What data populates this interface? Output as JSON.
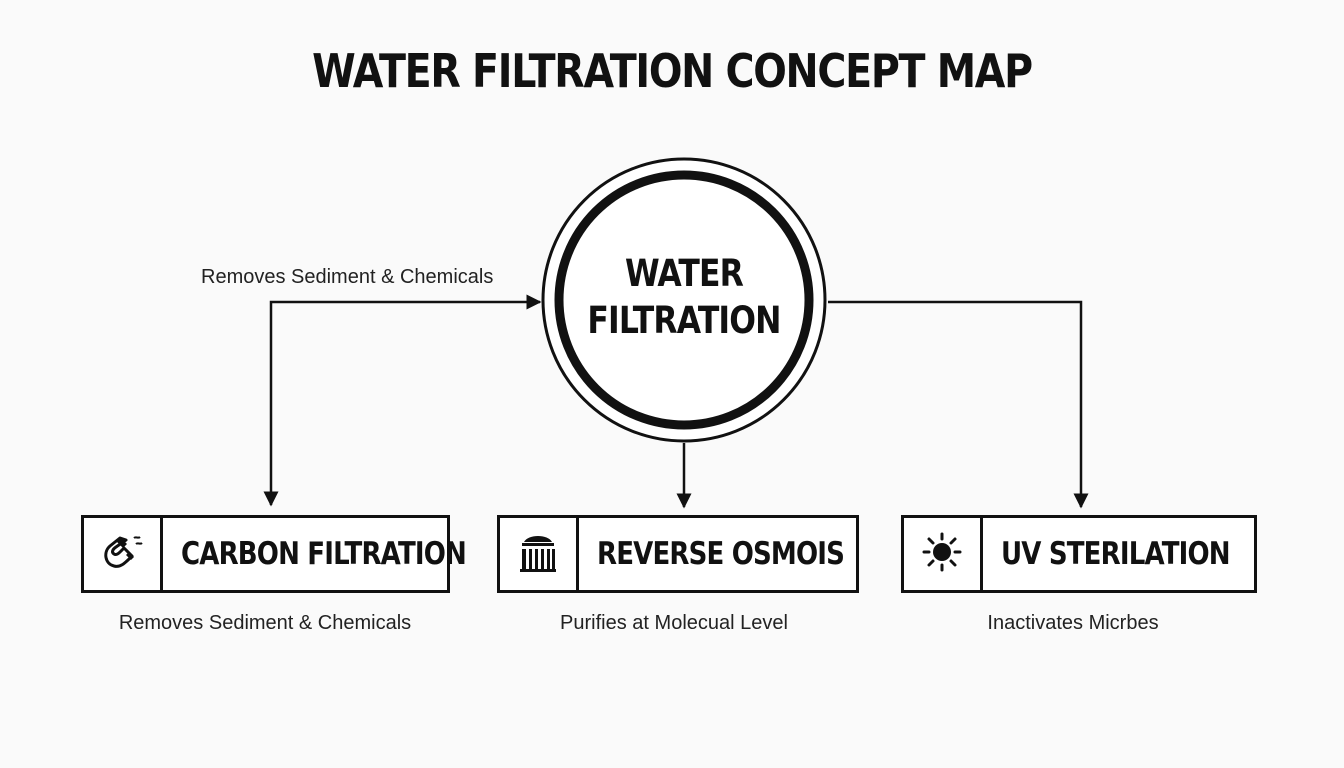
{
  "title": "WATER FILTRATION CONCEPT MAP",
  "hub": {
    "line1": "WATER",
    "line2": "FILTRATION"
  },
  "edges": [
    {
      "label": "Removes Sediment & Chemicals"
    }
  ],
  "nodes": [
    {
      "label": "CARBON FILTRATION",
      "icon": "magnet-icon",
      "caption": "Removes Sediment & Chemicals"
    },
    {
      "label": "REVERSE OSMOIS",
      "icon": "filter-cartridge-icon",
      "caption": "Purifies at Molecual Level"
    },
    {
      "label": "UV STERILATION",
      "icon": "sun-icon",
      "caption": "Inactivates Micrbes"
    }
  ]
}
